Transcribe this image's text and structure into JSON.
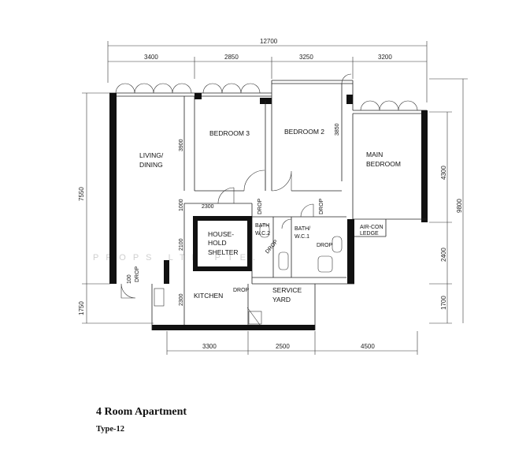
{
  "plan": {
    "title": "4 Room Apartment",
    "subtitle": "Type-12",
    "watermark": "PROPS LTD PTE.",
    "dims_top": {
      "overall": "12700",
      "d1": "3400",
      "d2": "2850",
      "d3": "3250",
      "d4": "3200"
    },
    "dims_bottom": {
      "d1": "3300",
      "d2": "2500",
      "d3": "4500"
    },
    "dims_left": {
      "d1": "7550",
      "d2": "1750"
    },
    "dims_right": {
      "d1": "4300",
      "d2": "2400",
      "d3": "1700",
      "overall": "9800"
    },
    "dims_inner": {
      "d3900": "3900",
      "d3850": "3850",
      "d1000": "1000",
      "d2100": "2100",
      "d2300v": "2300",
      "d2300h": "2300",
      "d100": "100"
    },
    "rooms": {
      "living": [
        "LIVING/",
        "DINING"
      ],
      "bedroom3": "BEDROOM 3",
      "bedroom2": "BEDROOM 2",
      "master": [
        "MAIN",
        "BEDROOM"
      ],
      "shelter": [
        "HOUSE-",
        "HOLD",
        "SHELTER"
      ],
      "bath2": [
        "BATH",
        "W.C.2"
      ],
      "bath1": [
        "BATH/",
        "W.C.1"
      ],
      "aircon": [
        "AIR-CON",
        "LEDGE"
      ],
      "kitchen": "KITCHEN",
      "yard": [
        "SERVICE",
        "YARD"
      ],
      "drop": "DROP"
    }
  }
}
